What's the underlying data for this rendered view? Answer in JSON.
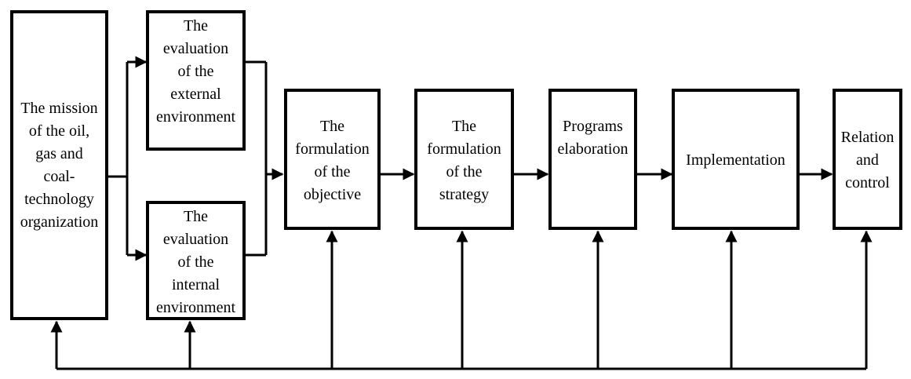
{
  "colors": {
    "stroke": "#000000",
    "background": "#ffffff"
  },
  "boxes": {
    "mission": [
      "The mission",
      "of the oil,",
      "gas and",
      "coal-",
      "technology",
      "organization"
    ],
    "external": [
      "The",
      "evaluation",
      "of the",
      "external",
      "environment"
    ],
    "internal": [
      "The",
      "evaluation",
      "of the",
      "internal",
      "environment"
    ],
    "objective": [
      "The",
      "formulation",
      "of the",
      "objective"
    ],
    "strategy": [
      "The",
      "formulation",
      "of the",
      "strategy"
    ],
    "programs": [
      "Programs",
      "elaboration"
    ],
    "implementation": [
      "Implementation"
    ],
    "relation": [
      "Relation",
      "and",
      "control"
    ]
  }
}
